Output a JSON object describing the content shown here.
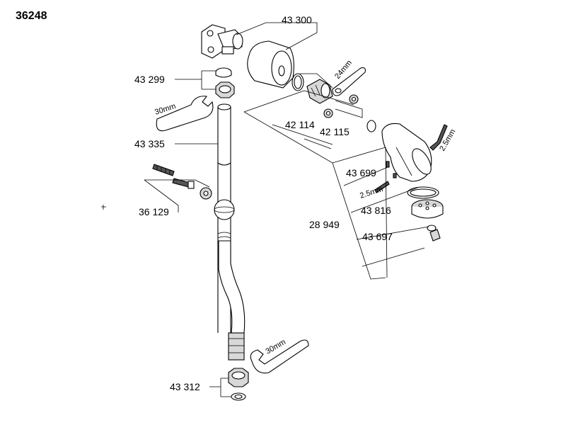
{
  "diagram": {
    "model_number": "36248",
    "part_labels": {
      "p43300": "43 300",
      "p43299": "43 299",
      "p43335": "43 335",
      "p36129": "36 129",
      "p42114": "42 114",
      "p42115": "42 115",
      "p43699": "43 699",
      "p43816": "43 816",
      "p28949": "28 949",
      "p43697": "43 697",
      "p43312": "43 312"
    },
    "tool_labels": {
      "wrench_30_top": "30mm",
      "wrench_30_bottom": "30mm",
      "key_24": "24mm",
      "key_25_right": "2.5mm",
      "key_25_left": "2.5mm"
    }
  }
}
